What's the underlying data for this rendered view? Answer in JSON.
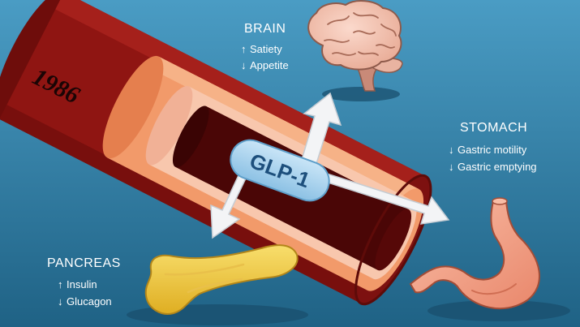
{
  "diagram": {
    "hormone_label": "GLP-1",
    "vessel_marking": "1986",
    "organs": [
      {
        "name": "BRAIN",
        "effects": [
          {
            "direction": "up",
            "symbol": "↑",
            "label": "Satiety"
          },
          {
            "direction": "down",
            "symbol": "↓",
            "label": "Appetite"
          }
        ]
      },
      {
        "name": "STOMACH",
        "effects": [
          {
            "direction": "down",
            "symbol": "↓",
            "label": "Gastric motility"
          },
          {
            "direction": "down",
            "symbol": "↓",
            "label": "Gastric emptying"
          }
        ]
      },
      {
        "name": "PANCREAS",
        "effects": [
          {
            "direction": "up",
            "symbol": "↑",
            "label": "Insulin"
          },
          {
            "direction": "down",
            "symbol": "↓",
            "label": "Glucagon"
          }
        ]
      }
    ]
  },
  "colors": {
    "background_top": "#4a9cc4",
    "background_bottom": "#1f6285",
    "vessel_outer": "#8f1512",
    "vessel_mid": "#f29a6a",
    "vessel_inner": "#f8c7ad",
    "blood": "#4a0606",
    "hormone_pill": "#a7d3ef",
    "hormone_text": "#1d4f7c",
    "arrow_fill": "#f3f4f6",
    "brain": "#f6c9b9",
    "stomach": "#f6a88d",
    "pancreas": "#f2cf49"
  }
}
